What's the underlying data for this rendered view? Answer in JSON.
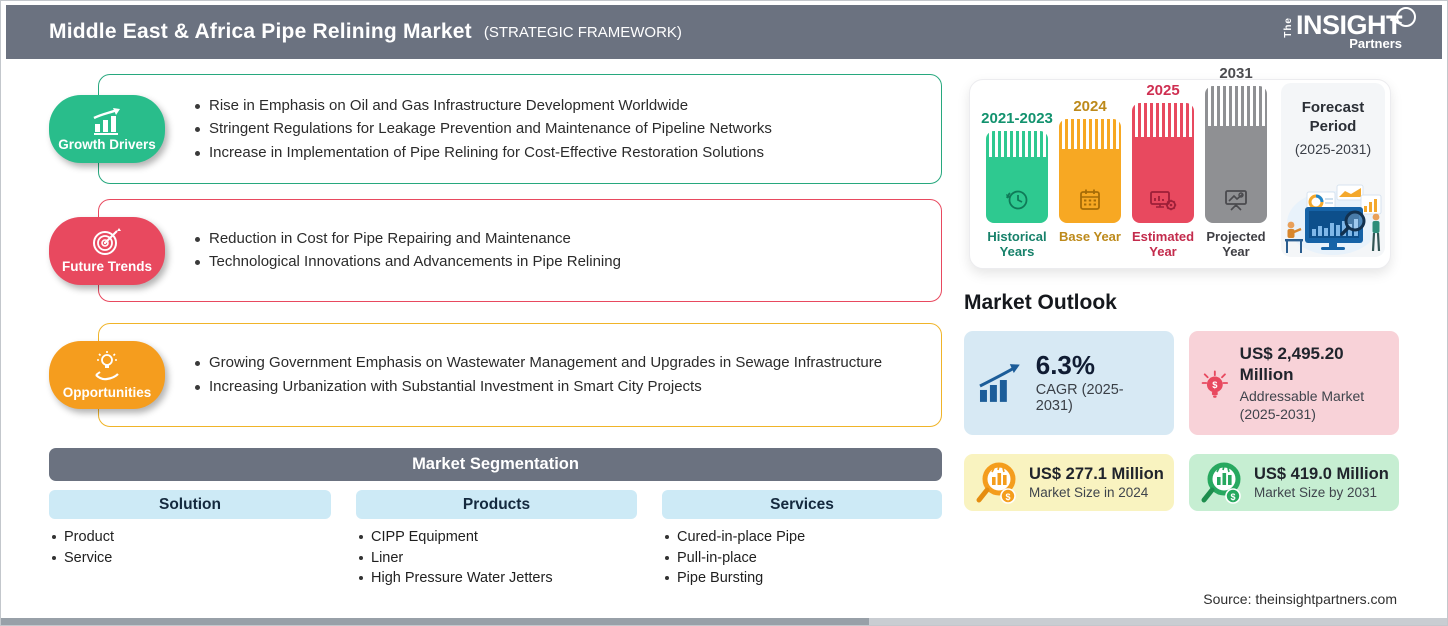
{
  "header": {
    "title": "Middle East & Africa Pipe Relining Market",
    "subtitle": "(STRATEGIC FRAMEWORK)",
    "logo": {
      "the": "The",
      "insight": "INSIGHT",
      "partners": "Partners"
    }
  },
  "drivers": [
    {
      "label": "Growth Drivers",
      "color": "#29bd8b",
      "items": [
        "Rise in Emphasis on Oil and Gas Infrastructure Development Worldwide",
        "Stringent Regulations for Leakage Prevention and Maintenance of Pipeline Networks",
        "Increase in Implementation of Pipe Relining for Cost-Effective Restoration Solutions"
      ]
    },
    {
      "label": "Future Trends",
      "color": "#e8495f",
      "items": [
        "Reduction in Cost for Pipe Repairing and Maintenance",
        "Technological Innovations and Advancements in Pipe Relining"
      ]
    },
    {
      "label": "Opportunities",
      "color": "#f59d1e",
      "items": [
        "Growing Government Emphasis on Wastewater Management and Upgrades in Sewage Infrastructure",
        "Increasing Urbanization with Substantial Investment in Smart City Projects"
      ]
    }
  ],
  "segmentation": {
    "title": "Market Segmentation",
    "columns": [
      {
        "header": "Solution",
        "items": [
          "Product",
          "Service"
        ]
      },
      {
        "header": "Products",
        "items": [
          "CIPP Equipment",
          "Liner",
          "High Pressure Water Jetters"
        ]
      },
      {
        "header": "Services",
        "items": [
          "Cured-in-place Pipe",
          "Pull-in-place",
          "Pipe Bursting"
        ]
      }
    ]
  },
  "timeline": {
    "bars": [
      {
        "year": "2021-2023",
        "caption": "Historical Years",
        "color": "#2ec990"
      },
      {
        "year": "2024",
        "caption": "Base Year",
        "color": "#f7a823"
      },
      {
        "year": "2025",
        "caption": "Estimated Year",
        "color": "#e8495f"
      },
      {
        "year": "2031",
        "caption": "Projected Year",
        "color": "#8f9093"
      }
    ],
    "forecast": {
      "line1": "Forecast Period",
      "line2": "(2025-2031)"
    }
  },
  "outlook": {
    "title": "Market Outlook",
    "cards": [
      {
        "value": "6.3%",
        "label": "CAGR (2025-2031)",
        "bg": "#d7e9f4",
        "icon": "growth-arrow"
      },
      {
        "value": "US$ 2,495.20 Million",
        "label": "Addressable Market (2025-2031)",
        "bg": "#f8d2d8",
        "icon": "bulb-dollar"
      },
      {
        "value": "US$ 277.1 Million",
        "label": "Market Size in 2024",
        "bg": "#f9f3c0",
        "icon": "magnifier-chart-orange"
      },
      {
        "value": "US$ 419.0 Million",
        "label": "Market Size by 2031",
        "bg": "#c6eed2",
        "icon": "magnifier-chart-green"
      }
    ]
  },
  "source": "Source: theinsightpartners.com",
  "chart_data": {
    "type": "bar",
    "title": "Study Timeline",
    "categories": [
      "2021-2023",
      "2024",
      "2025",
      "2031"
    ],
    "series": [
      {
        "name": "relative-bar-height",
        "values": [
          1,
          2,
          3,
          4
        ]
      }
    ],
    "annotations": [
      "Historical Years",
      "Base Year",
      "Estimated Year",
      "Projected Year",
      "Forecast Period (2025-2031)"
    ],
    "key_stats": {
      "cagr_2025_2031": "6.3%",
      "addressable_market_2025_2031": "US$ 2,495.20 Million",
      "market_size_2024": "US$ 277.1 Million",
      "market_size_2031": "US$ 419.0 Million"
    }
  }
}
